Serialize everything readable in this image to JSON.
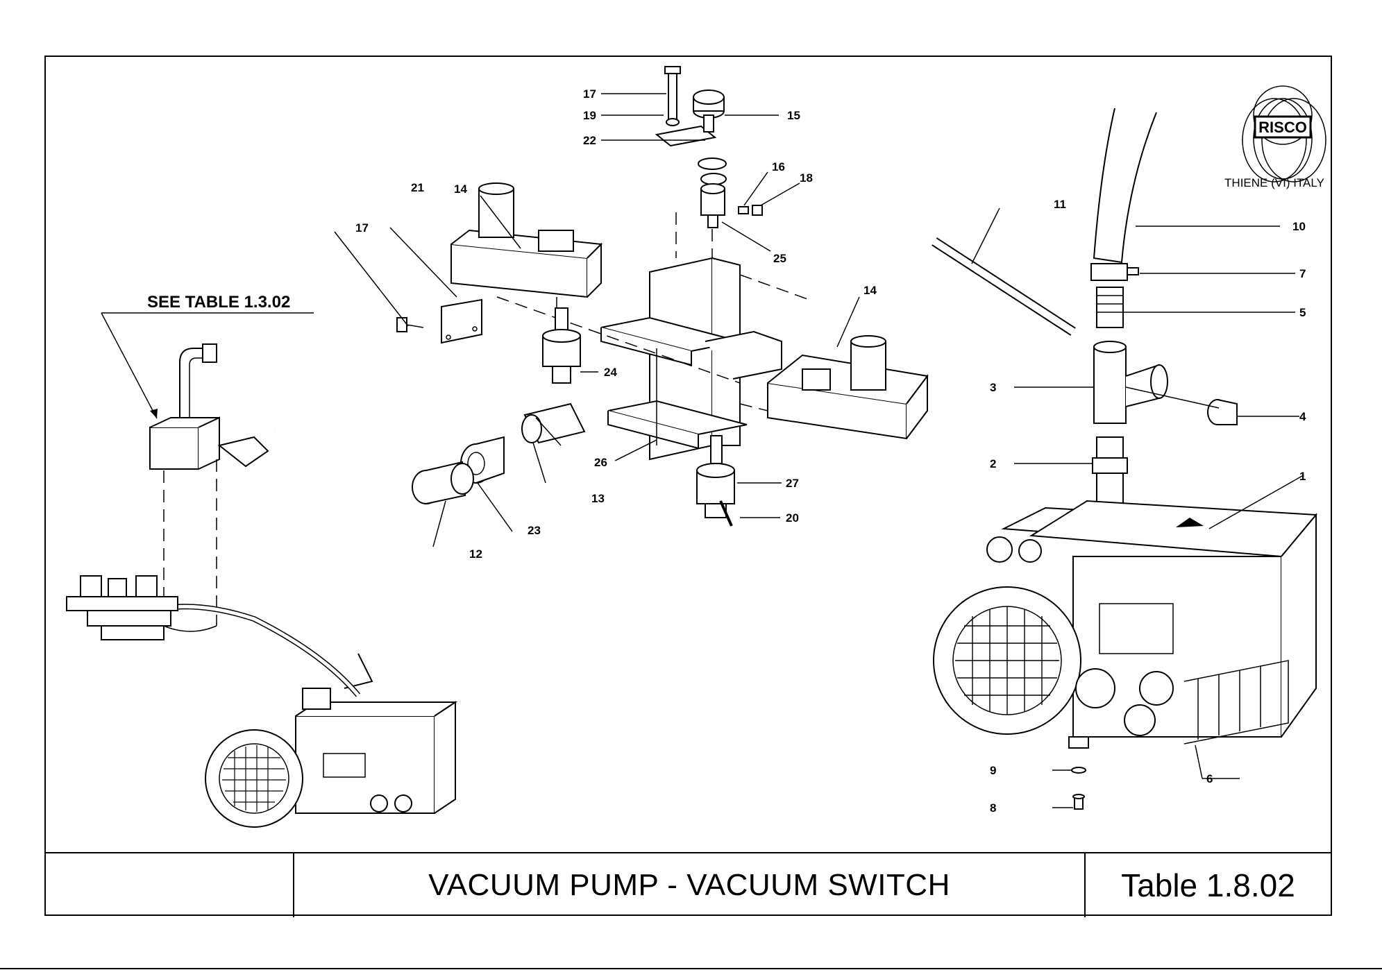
{
  "logo": {
    "text": "RISCO",
    "location": "THIENE (VI) ITALY"
  },
  "reference": "SEE TABLE 1.3.02",
  "title_block": {
    "title": "VACUUM PUMP - VACUUM SWITCH",
    "table": "Table 1.8.02"
  },
  "callouts": {
    "c1": "1",
    "c2": "2",
    "c3": "3",
    "c4": "4",
    "c5": "5",
    "c6": "6",
    "c7": "7",
    "c8": "8",
    "c9": "9",
    "c10": "10",
    "c11": "11",
    "c12": "12",
    "c13": "13",
    "c14a": "14",
    "c14b": "14",
    "c15": "15",
    "c16": "16",
    "c17a": "17",
    "c17b": "17",
    "c18": "18",
    "c19": "19",
    "c20": "20",
    "c21": "21",
    "c22": "22",
    "c23": "23",
    "c24": "24",
    "c25": "25",
    "c26": "26",
    "c27": "27"
  }
}
